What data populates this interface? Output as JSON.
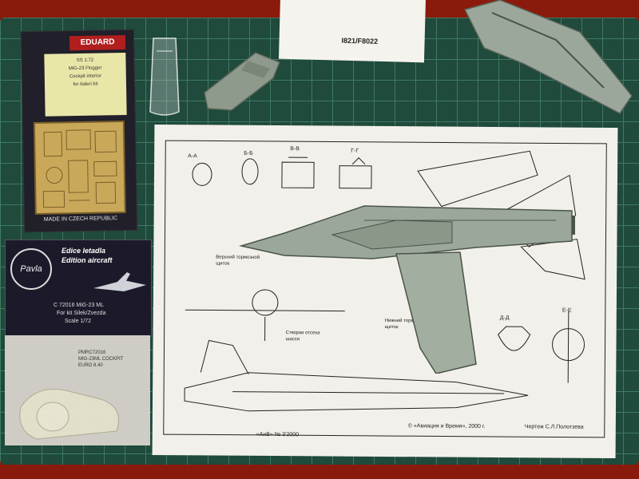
{
  "photo": {
    "scene": "Scale model aircraft kit parts laid out on a green cutting mat",
    "colors": {
      "table": "#8a1a0c",
      "mat": "#1f4a3c",
      "grid": "#3f7a62",
      "paper": "#f2f0ea",
      "model_grey": "#9aa79a",
      "pe_fret": "#c9a85a",
      "resin": "#ece6d2",
      "card_dark": "#1c1a2a"
    }
  },
  "pe_card": {
    "brand_text": "EDUARD",
    "made_in": "MADE IN CZECH REPUBLIC",
    "label_lines": [
      "SS 1:72",
      "MiG-23 Flogger",
      "Cockpit interior",
      "for Italeri kit"
    ]
  },
  "instruction_sheet": {
    "code": "I821/F8022"
  },
  "drawing": {
    "section_labels": [
      "A-A",
      "Б-Б",
      "В-В",
      "Г-Г",
      "Д-Д",
      "Е-Е"
    ],
    "callouts": [
      "Верхний тормозной щиток",
      "Нижний тормозной щиток",
      "Створки отсека шасси"
    ],
    "footer_left": "«АиВ» № 3'2000",
    "footer_mid": "© «Авиация и Время», 2000 г.",
    "footer_right": "Чертеж С.Л.Полотзева"
  },
  "resin_card": {
    "logo": "Pavla",
    "series_1": "Edice letadla",
    "series_2": "Edition aircraft",
    "code": "C 72016  MiG-23 ML",
    "fits": "For kit Silek/Zvezda",
    "scale": "Scale 1/72"
  },
  "resin_bag": {
    "label_1": "PMRC72016",
    "label_2": "MIG-23ML COCKPIT",
    "label_3": "EURO  8.40"
  }
}
